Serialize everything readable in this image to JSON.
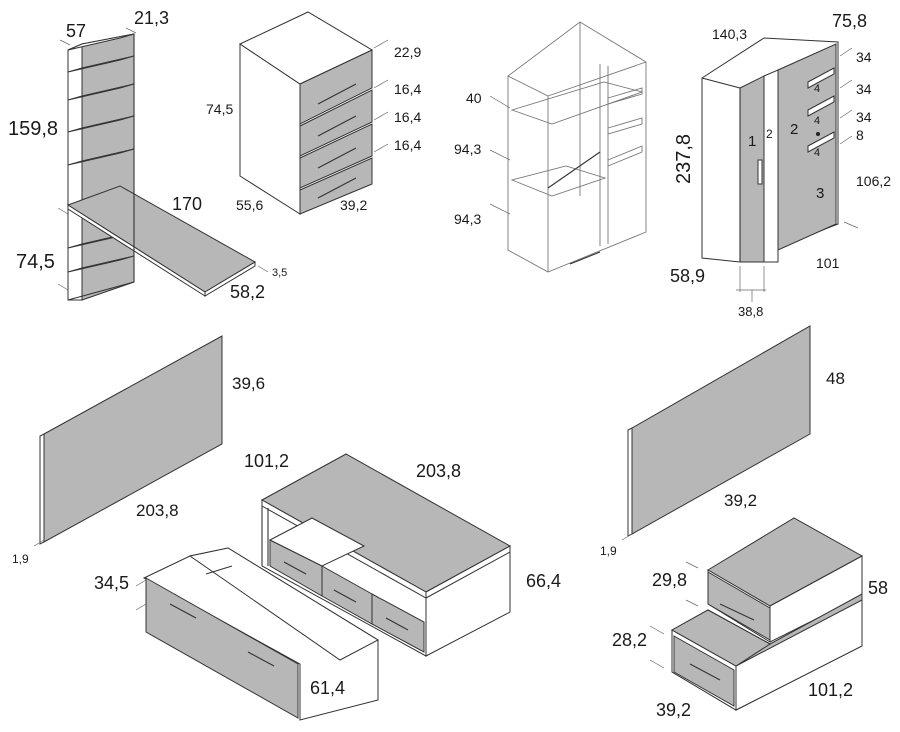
{
  "colors": {
    "panel": "#b7b7b7",
    "stroke": "#333333",
    "background": "#ffffff"
  },
  "bookcase_desk": {
    "d57": "57",
    "d21_3": "21,3",
    "d159_8": "159,8",
    "d170": "170",
    "d74_5": "74,5",
    "d3_5": "3,5",
    "d58_2": "58,2"
  },
  "chest": {
    "d74_5": "74,5",
    "d22_9": "22,9",
    "d16_4a": "16,4",
    "d16_4b": "16,4",
    "d16_4c": "16,4",
    "d55_6": "55,6",
    "d39_2": "39,2"
  },
  "wardrobe_open": {
    "d40": "40",
    "d94_3a": "94,3",
    "d94_3b": "94,3"
  },
  "wardrobe_closed": {
    "d140_3": "140,3",
    "d75_8": "75,8",
    "d237_8": "237,8",
    "d34a": "34",
    "d34b": "34",
    "d34c": "34",
    "d8": "8",
    "d106_2": "106,2",
    "d101": "101",
    "d58_9": "58,9",
    "d38_8": "38,8",
    "n1": "1",
    "n2a": "2",
    "n2b": "2",
    "n3": "3",
    "n4a": "4",
    "n4b": "4",
    "n4c": "4"
  },
  "headboard_large": {
    "d39_6": "39,6",
    "d203_8": "203,8",
    "d1_9": "1,9"
  },
  "headboard_small": {
    "d48": "48",
    "d39_2": "39,2",
    "d1_9": "1,9"
  },
  "bed_unit": {
    "d101_2": "101,2",
    "d203_8": "203,8",
    "d66_4": "66,4"
  },
  "trundle": {
    "d34_5": "34,5",
    "d61_4": "61,4"
  },
  "steps": {
    "d29_8": "29,8",
    "d58": "58",
    "d28_2": "28,2",
    "d101_2": "101,2",
    "d39_2": "39,2"
  }
}
